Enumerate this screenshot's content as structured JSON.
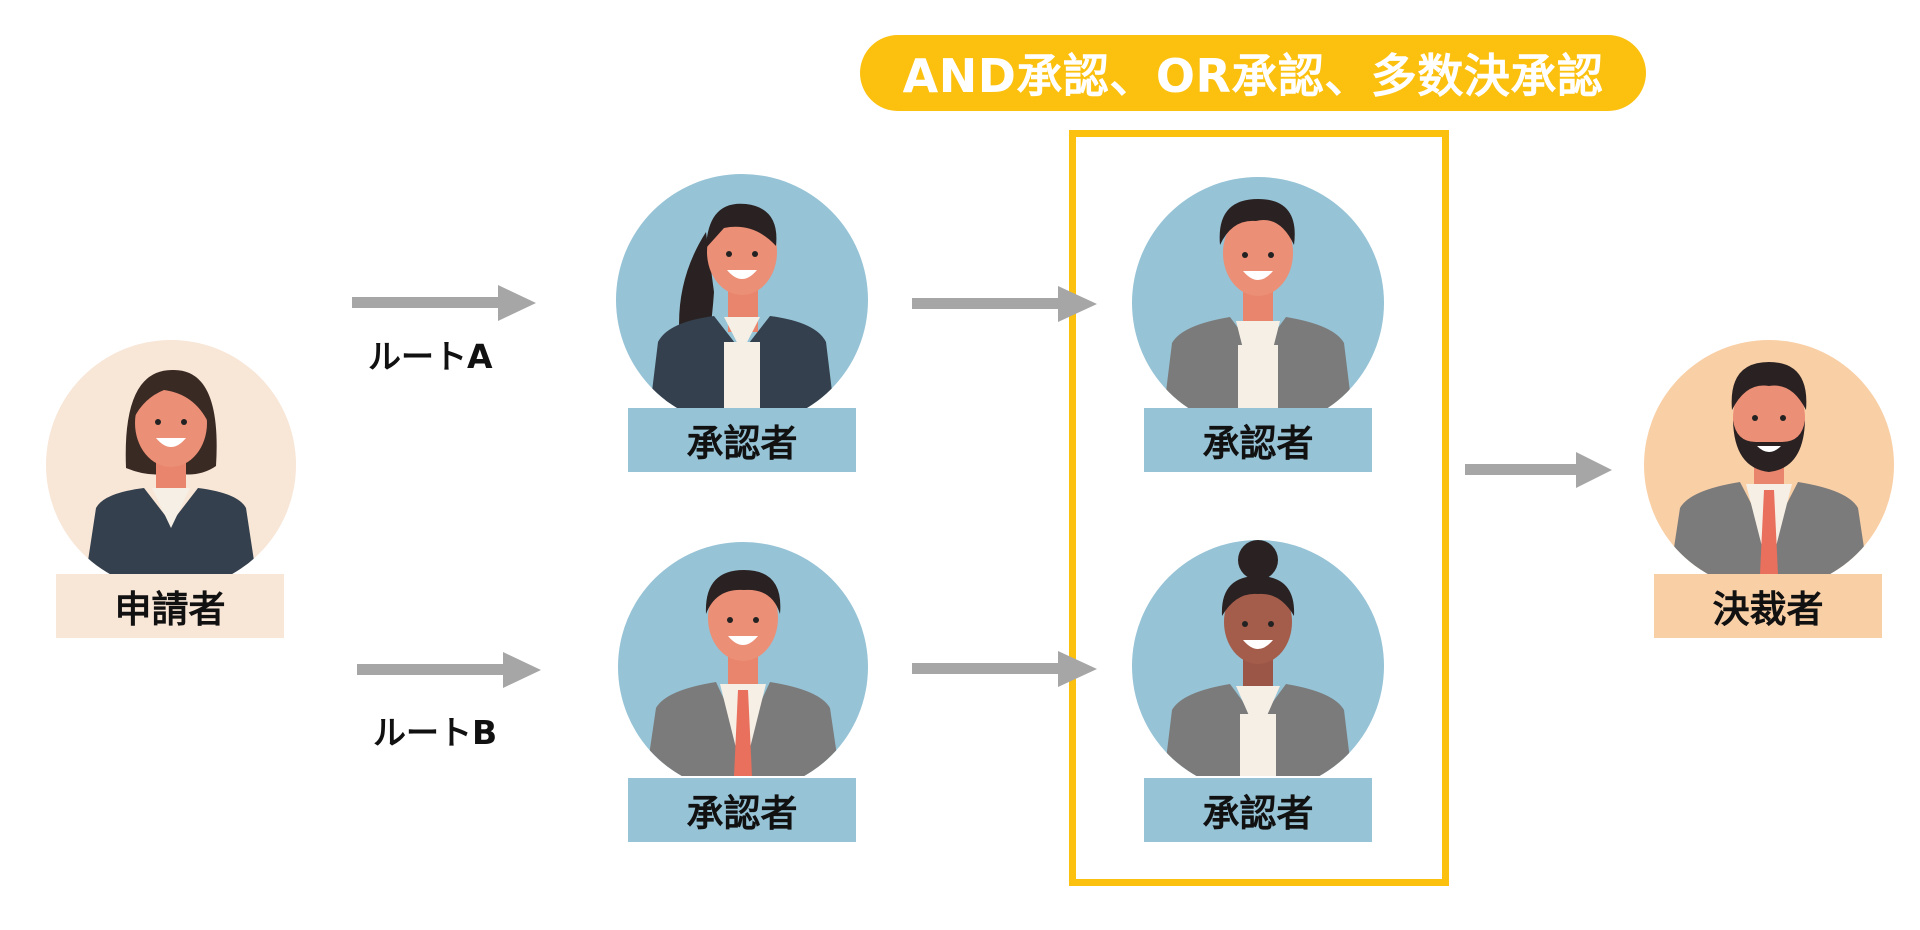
{
  "banner": {
    "text": "AND承認、OR承認、多数決承認"
  },
  "routes": [
    {
      "label": "ルートA"
    },
    {
      "label": "ルートB"
    }
  ],
  "applicant": {
    "label": "申請者",
    "circle_color": "#f8e6d7",
    "label_bg": "#f8e6d7"
  },
  "approvers": [
    {
      "label": "承認者",
      "route": "ルートA",
      "stage": 1
    },
    {
      "label": "承認者",
      "route": "ルートB",
      "stage": 1
    },
    {
      "label": "承認者",
      "route": "ルートA",
      "stage": 2
    },
    {
      "label": "承認者",
      "route": "ルートB",
      "stage": 2
    }
  ],
  "approver_colors": {
    "circle": "#96c3d6",
    "label_bg": "#96c3d6"
  },
  "final_approver": {
    "label": "決裁者",
    "circle_color": "#f9cfa6",
    "label_bg": "#f9cfa6"
  },
  "colors": {
    "accent": "#fcc00f",
    "arrow": "#a6a6a6"
  }
}
